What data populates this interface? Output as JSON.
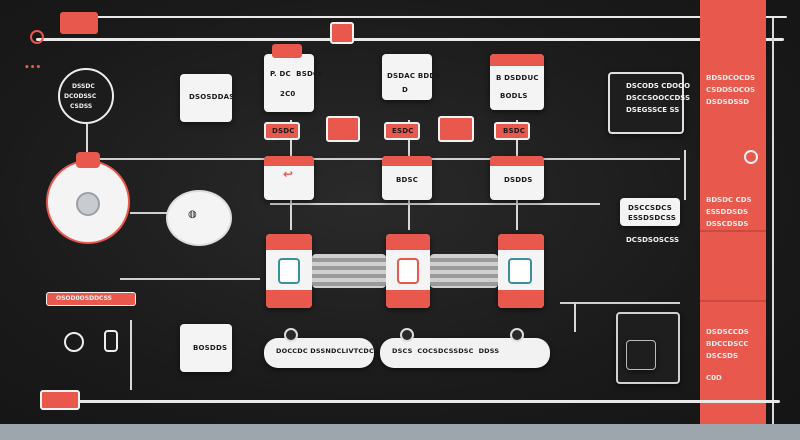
{
  "diagram": {
    "top_cards": [
      {
        "line1": "P. DC  BSDCs",
        "line2": "2C0"
      },
      {
        "line1": "DSDAC BDDS",
        "line2": "D"
      },
      {
        "line1": "B DSDDUC",
        "line2": "BODLS"
      }
    ],
    "left_box_top": "DSOSDDAS",
    "left_box_bottom": "BOSDDS",
    "circle_node": {
      "line1": "DSSDC",
      "line2": "DCODSSC",
      "line3": "CSDSS"
    },
    "red_small_buttons": [
      "DSDC",
      "",
      "ESDC",
      "",
      "BSDC"
    ],
    "mid_cards": [
      "",
      "BDSC",
      "DSDDS"
    ],
    "right_panel_top": {
      "line1": "DSCODS CDOOO",
      "line2": "DSCCSOOCCDSS",
      "line3": "DSEGSSCE SS"
    },
    "right_panel_mid": {
      "line1": "DSCCSDCS",
      "line2": "ESSDSDCSS"
    },
    "right_panel_mid_sub": "DCSDSOSCSS",
    "sidebar": {
      "item1": "BDSDCOCDS",
      "item1b": "CSDDSOCOS",
      "item1c": "DSDSDSSD",
      "item2": "BDSDC CDS",
      "item2b": "ESSDDSDS",
      "item2c": "DSSCDSDS",
      "item3": "DSDSCCDS",
      "item3b": "BDCCDSCC",
      "item3c": "DSCSDS",
      "item4": "C0D"
    },
    "left_red_label": "OSOD0OSDDCSS",
    "pill_labels": [
      "DOCCDC DSSNDCLIVTCDCS",
      "DSCS  COCSDCSSDSC  DDSS"
    ]
  }
}
